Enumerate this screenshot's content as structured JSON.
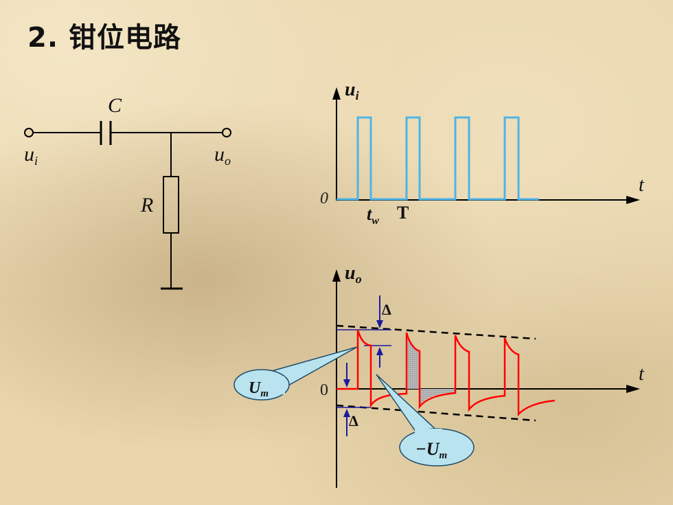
{
  "title": "2. 钳位电路",
  "circuit": {
    "capacitor_label": "C",
    "resistor_label": "R",
    "input_label": "u",
    "input_sub": "i",
    "output_label": "u",
    "output_sub": "o"
  },
  "top_plot": {
    "y_label": "u",
    "y_sub": "i",
    "x_label": "t",
    "origin": "0",
    "tw_label": "t",
    "tw_sub": "w",
    "T_label": "T"
  },
  "bottom_plot": {
    "y_label": "u",
    "y_sub": "o",
    "x_label": "t",
    "origin": "0",
    "delta_top": "Δ",
    "delta_bottom": "Δ",
    "callout_um": "U",
    "callout_um_sub": "m",
    "callout_neg_um": "−U",
    "callout_neg_um_sub": "m"
  },
  "colors": {
    "input_wave": "#4fb3e8",
    "output_wave": "#ff0000",
    "arrow": "#1a1aa0",
    "callout_fill": "#b9e3ee"
  }
}
